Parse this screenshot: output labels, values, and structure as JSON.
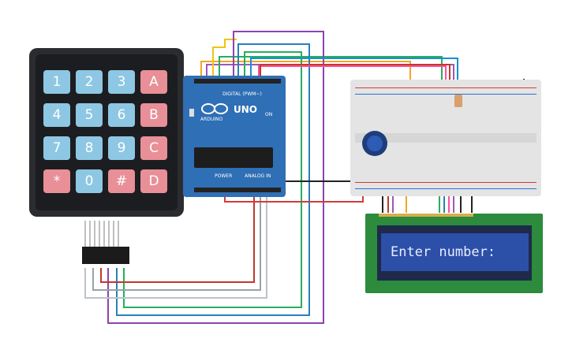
{
  "keypad": {
    "keys": [
      "1",
      "2",
      "3",
      "A",
      "4",
      "5",
      "6",
      "B",
      "7",
      "8",
      "9",
      "C",
      "*",
      "0",
      "#",
      "D"
    ]
  },
  "arduino": {
    "model": "UNO",
    "brand": "ARDUINO",
    "digital_label": "DIGITAL (PWM~)",
    "power_label": "POWER",
    "analog_label": "ANALOG IN",
    "on_label": "ON"
  },
  "lcd": {
    "text": "Enter number:"
  },
  "colors": {
    "board": "#2f6fb5",
    "lcd_screen": "#2c4fa8",
    "lcd_pcb": "#2c8b3d",
    "key_number": "#8ec7e3",
    "key_letter": "#e88f97"
  },
  "icons": {
    "arduino_logo": "infinity-logo-icon"
  }
}
